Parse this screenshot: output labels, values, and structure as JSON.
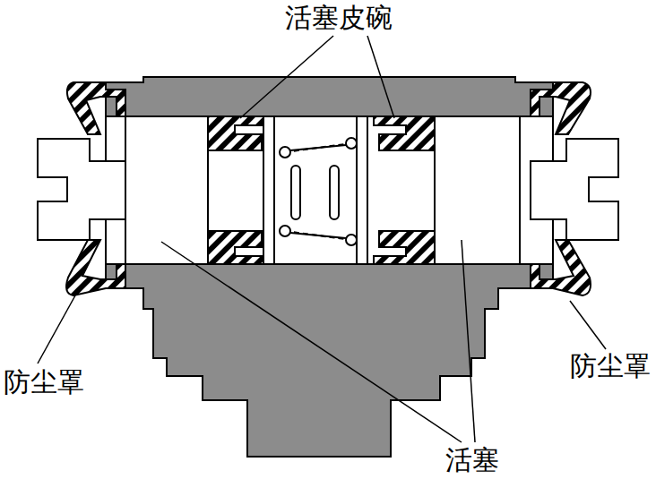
{
  "diagram": {
    "labels": [
      "活塞皮碗",
      "防尘罩",
      "防尘罩",
      "活塞"
    ]
  }
}
